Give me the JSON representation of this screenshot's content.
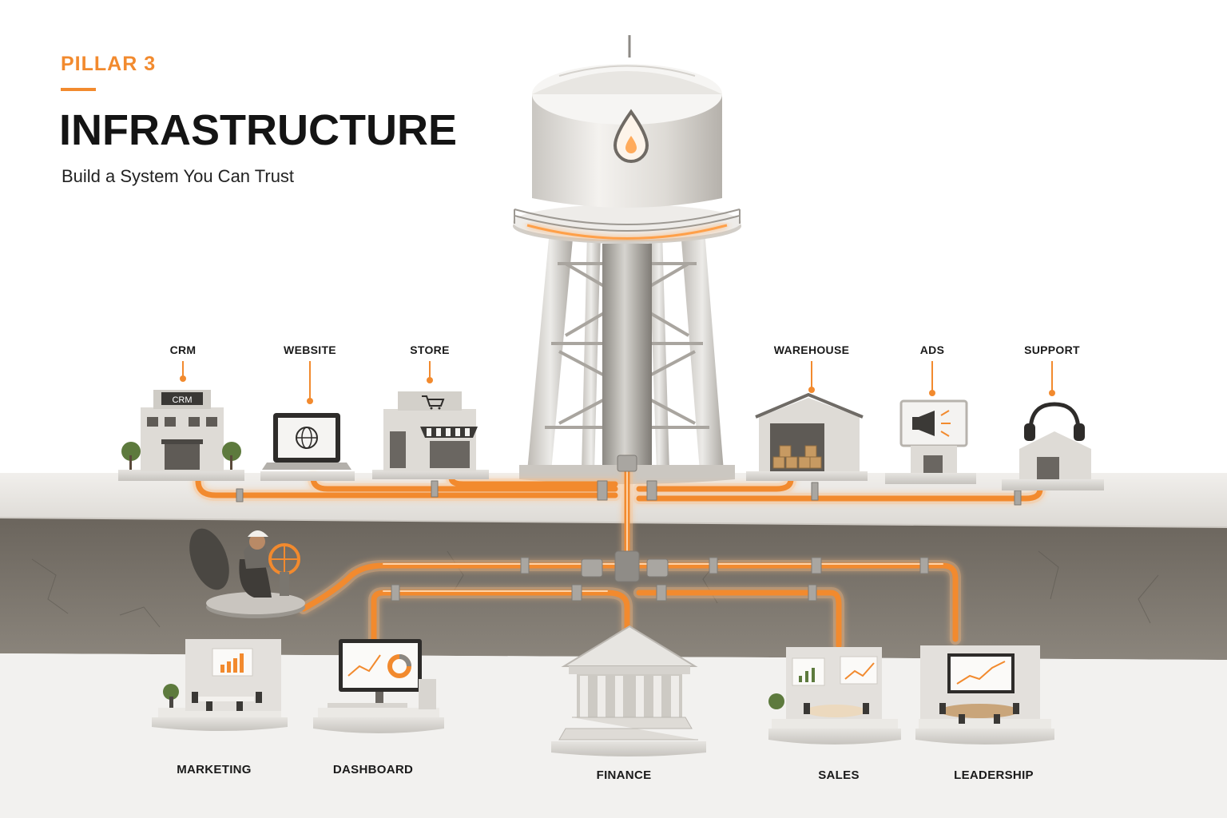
{
  "header": {
    "eyebrow": "PILLAR 3",
    "title": "INFRASTRUCTURE",
    "subtitle": "Build a System You Can Trust"
  },
  "tank": {
    "icon": "water-drop-icon"
  },
  "top_nodes": [
    {
      "label": "CRM",
      "sign": "CRM",
      "icon": "office-building-icon"
    },
    {
      "label": "WEBSITE",
      "icon": "globe-laptop-icon"
    },
    {
      "label": "STORE",
      "icon": "shopping-cart-icon"
    },
    {
      "label": "WAREHOUSE",
      "icon": "warehouse-boxes-icon"
    },
    {
      "label": "ADS",
      "icon": "megaphone-billboard-icon"
    },
    {
      "label": "SUPPORT",
      "icon": "headset-icon"
    }
  ],
  "bottom_nodes": [
    {
      "label": "MARKETING",
      "icon": "meeting-room-chart-icon"
    },
    {
      "label": "DASHBOARD",
      "icon": "monitor-dashboard-icon"
    },
    {
      "label": "FINANCE",
      "icon": "bank-building-icon"
    },
    {
      "label": "SALES",
      "icon": "meeting-room-chart-icon"
    },
    {
      "label": "LEADERSHIP",
      "icon": "boardroom-chart-icon"
    }
  ],
  "worker": {
    "icon": "engineer-valve-icon"
  },
  "colors": {
    "accent": "#f28a2e",
    "pipe": "#f59a3e",
    "glow": "#ffb36b",
    "ground": "#7a746c",
    "concrete": "#e9e7e3"
  }
}
